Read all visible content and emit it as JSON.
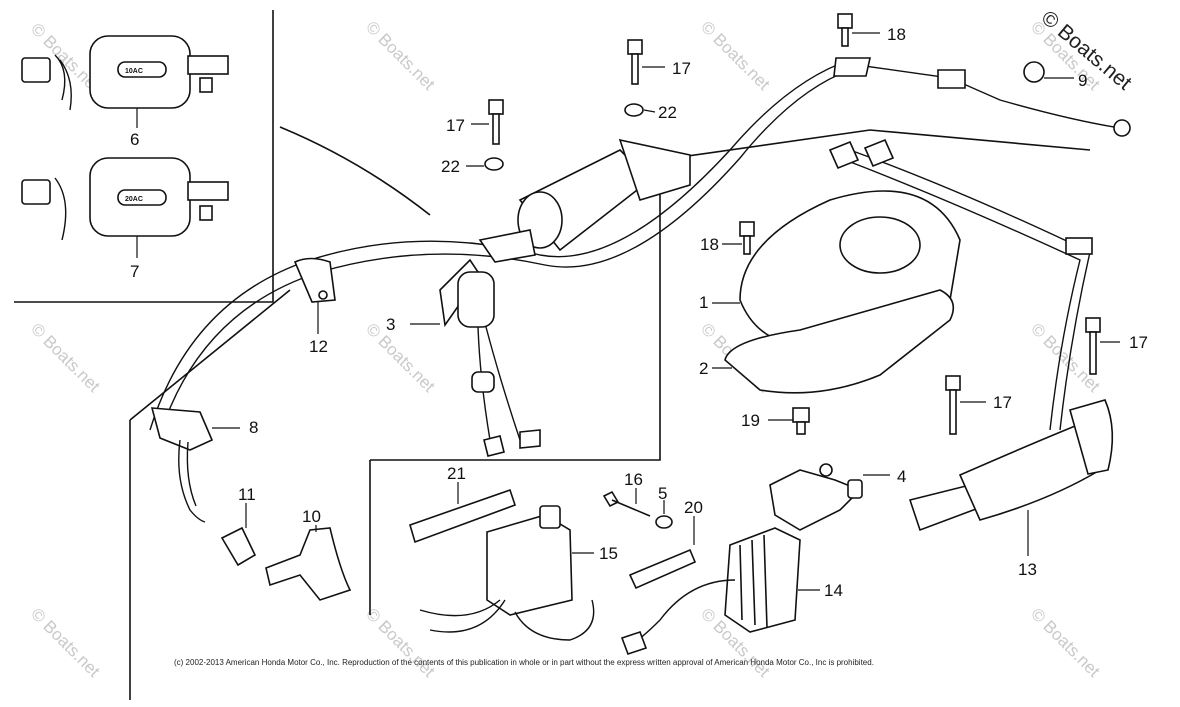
{
  "copyright_notice": "(c) 2002-2013 American Honda Motor Co., Inc. Reproduction of the contents of this publication in whole or in part without the express written approval of American Honda Motor Co., Inc is prohibited.",
  "watermark_corner": "© Boats.net",
  "watermark_tiles": [
    "© Boats.net",
    "© Boats.net",
    "© Boats.net",
    "© Boats.net",
    "© Boats.net",
    "© Boats.net",
    "© Boats.net",
    "© Boats.net",
    "© Boats.net",
    "© Boats.net",
    "© Boats.net",
    "© Boats.net"
  ],
  "coil_labels": {
    "coil_6": "10AC",
    "coil_7": "20AC"
  },
  "callouts": {
    "c1": "1",
    "c2": "2",
    "c3": "3",
    "c4": "4",
    "c5": "5",
    "c6": "6",
    "c7": "7",
    "c8": "8",
    "c9": "9",
    "c10": "10",
    "c11": "11",
    "c12": "12",
    "c13": "13",
    "c14": "14",
    "c15": "15",
    "c16": "16",
    "c17a": "17",
    "c17b": "17",
    "c17c": "17",
    "c17d": "17",
    "c18a": "18",
    "c18b": "18",
    "c19": "19",
    "c20": "20",
    "c21": "21",
    "c22a": "22",
    "c22b": "22"
  }
}
